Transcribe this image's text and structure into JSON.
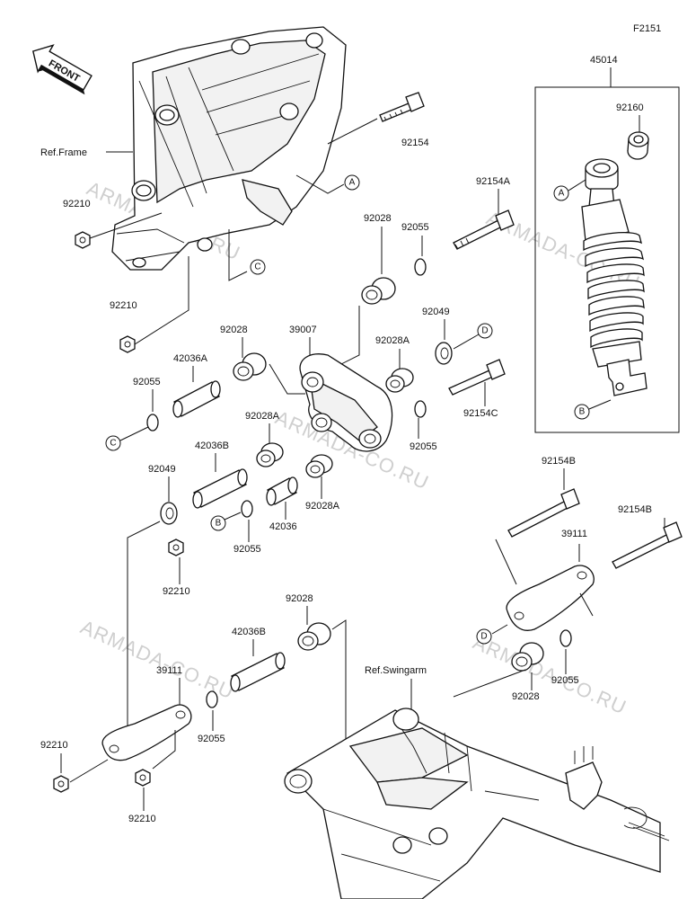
{
  "diagram_code": "F2151",
  "front_label": "FRONT",
  "watermark": "ARMADA-CO.RU",
  "ref_labels": {
    "frame": "Ref.Frame",
    "swingarm": "Ref.Swingarm"
  },
  "parts": {
    "p45014": "45014",
    "p92160": "92160",
    "p92154": "92154",
    "p92154A": "92154A",
    "p92154B": "92154B",
    "p92154C": "92154C",
    "p92210": "92210",
    "p92055": "92055",
    "p92028": "92028",
    "p92028A": "92028A",
    "p92049": "92049",
    "p39007": "39007",
    "p39111": "39111",
    "p42036": "42036",
    "p42036A": "42036A",
    "p42036B": "42036B"
  },
  "refs": {
    "A": "A",
    "B": "B",
    "C": "C",
    "D": "D"
  }
}
